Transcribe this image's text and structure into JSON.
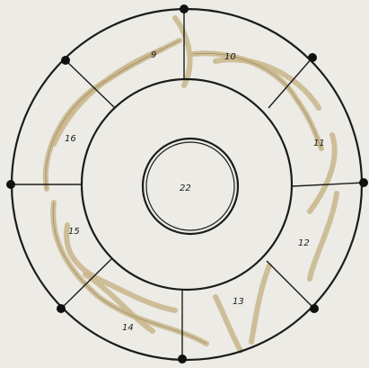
{
  "segments": [
    {
      "id": "seg-9",
      "label": "9"
    },
    {
      "id": "seg-10",
      "label": "10"
    },
    {
      "id": "seg-11",
      "label": "11"
    },
    {
      "id": "seg-12",
      "label": "12"
    },
    {
      "id": "seg-13",
      "label": "13"
    },
    {
      "id": "seg-14",
      "label": "14"
    },
    {
      "id": "seg-15",
      "label": "15"
    },
    {
      "id": "seg-16",
      "label": "16"
    }
  ],
  "center": {
    "label": "22"
  },
  "colors": {
    "paper": "#ecebe6",
    "ink": "#1b1b1b",
    "root_fill": "#c9b68a"
  }
}
